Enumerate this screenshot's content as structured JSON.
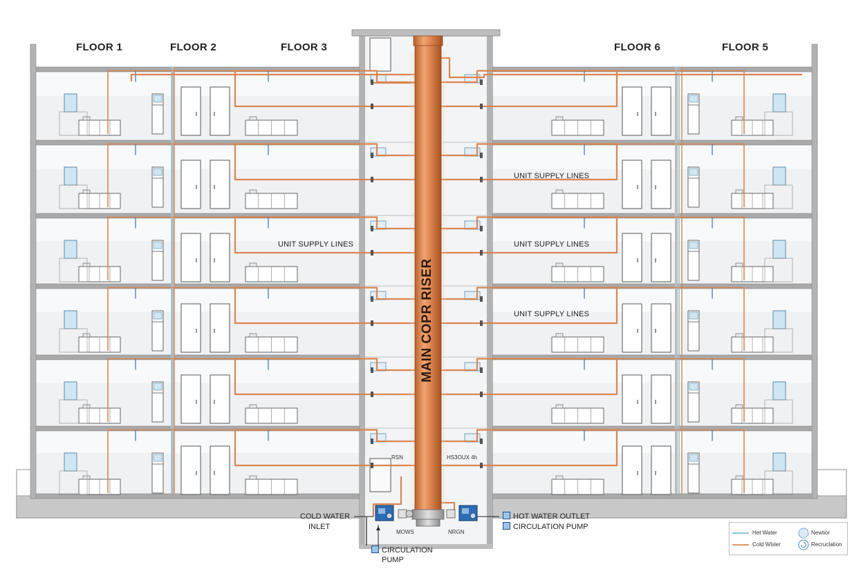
{
  "floor_labels": [
    "FLOOR 1",
    "FLOOR 2",
    "FLOOR 3",
    "FLOOR 6",
    "FLOOR 5"
  ],
  "riser_label": "MAIN COPR RISER",
  "supply_labels": [
    "UNIT SUPPLY LINES",
    "UNIT SUPPLY LINES",
    "UNIT SUPPLY LINES",
    "UNIT SUPPLY LINES"
  ],
  "shaft_labels": {
    "left": "RSN",
    "right": "HS3OUX 4h",
    "bottom_left": "MOWS",
    "bottom_right": "NRGN"
  },
  "callouts": {
    "cold_inlet_line1": "COLD WATER",
    "cold_inlet_line2": "INLET",
    "hot_outlet": "HOT WATER OUTLET",
    "circulation_right": "CIRCULATION PUMP",
    "circulation_bottom_line1": "CIRCULATION",
    "circulation_bottom_line2": "PUMP"
  },
  "legend": {
    "hot_water": "Het Water",
    "cold_water": "Cold Wlsler",
    "newtor": "Newtior",
    "recirculation": "Recruclation"
  },
  "colors": {
    "copper": "#d9854f",
    "cold": "#4a86c8",
    "hot_line": "#8cc6e0",
    "wall": "#9a9a9a",
    "slab": "#a9a9a9",
    "room": "#f0f1f3",
    "pump": "#2e6db5"
  }
}
